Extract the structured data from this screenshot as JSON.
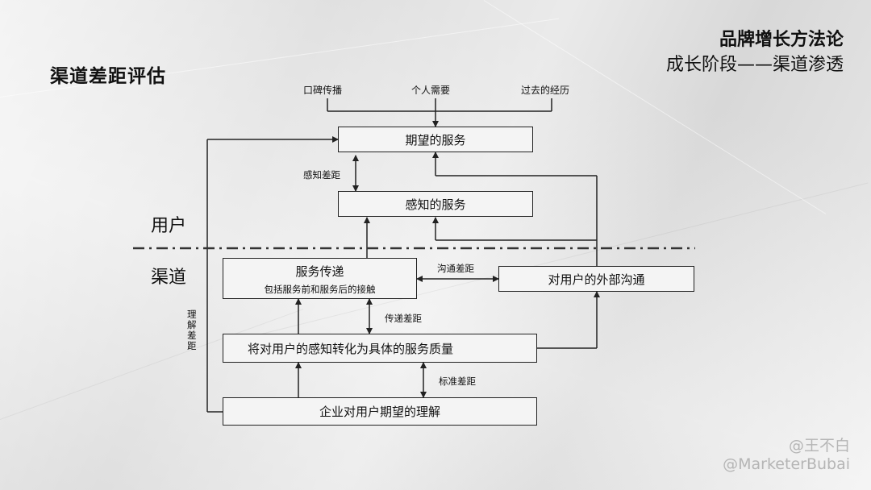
{
  "header": {
    "left_title": "渠道差距评估",
    "right_title": "品牌增长方法论",
    "right_subtitle": "成长阶段——渠道渗透"
  },
  "sources": {
    "word_of_mouth": "口碑传播",
    "personal_needs": "个人需要",
    "past_experience": "过去的经历"
  },
  "boxes": {
    "expected_service": "期望的服务",
    "perceived_service": "感知的服务",
    "service_delivery": "服务传递",
    "service_delivery_sub": "包括服务前和服务后的接触",
    "external_comm": "对用户的外部沟通",
    "service_quality": "将对用户的感知转化为具体的服务质量",
    "company_understanding": "企业对用户期望的理解"
  },
  "gaps": {
    "perception_gap": "感知差距",
    "communication_gap": "沟通差距",
    "delivery_gap": "传递差距",
    "standard_gap": "标准差距",
    "understanding_gap": "理解差距"
  },
  "zones": {
    "user": "用户",
    "channel": "渠道"
  },
  "watermark": {
    "line1": "@王不白",
    "line2": "@MarketerBubai"
  }
}
